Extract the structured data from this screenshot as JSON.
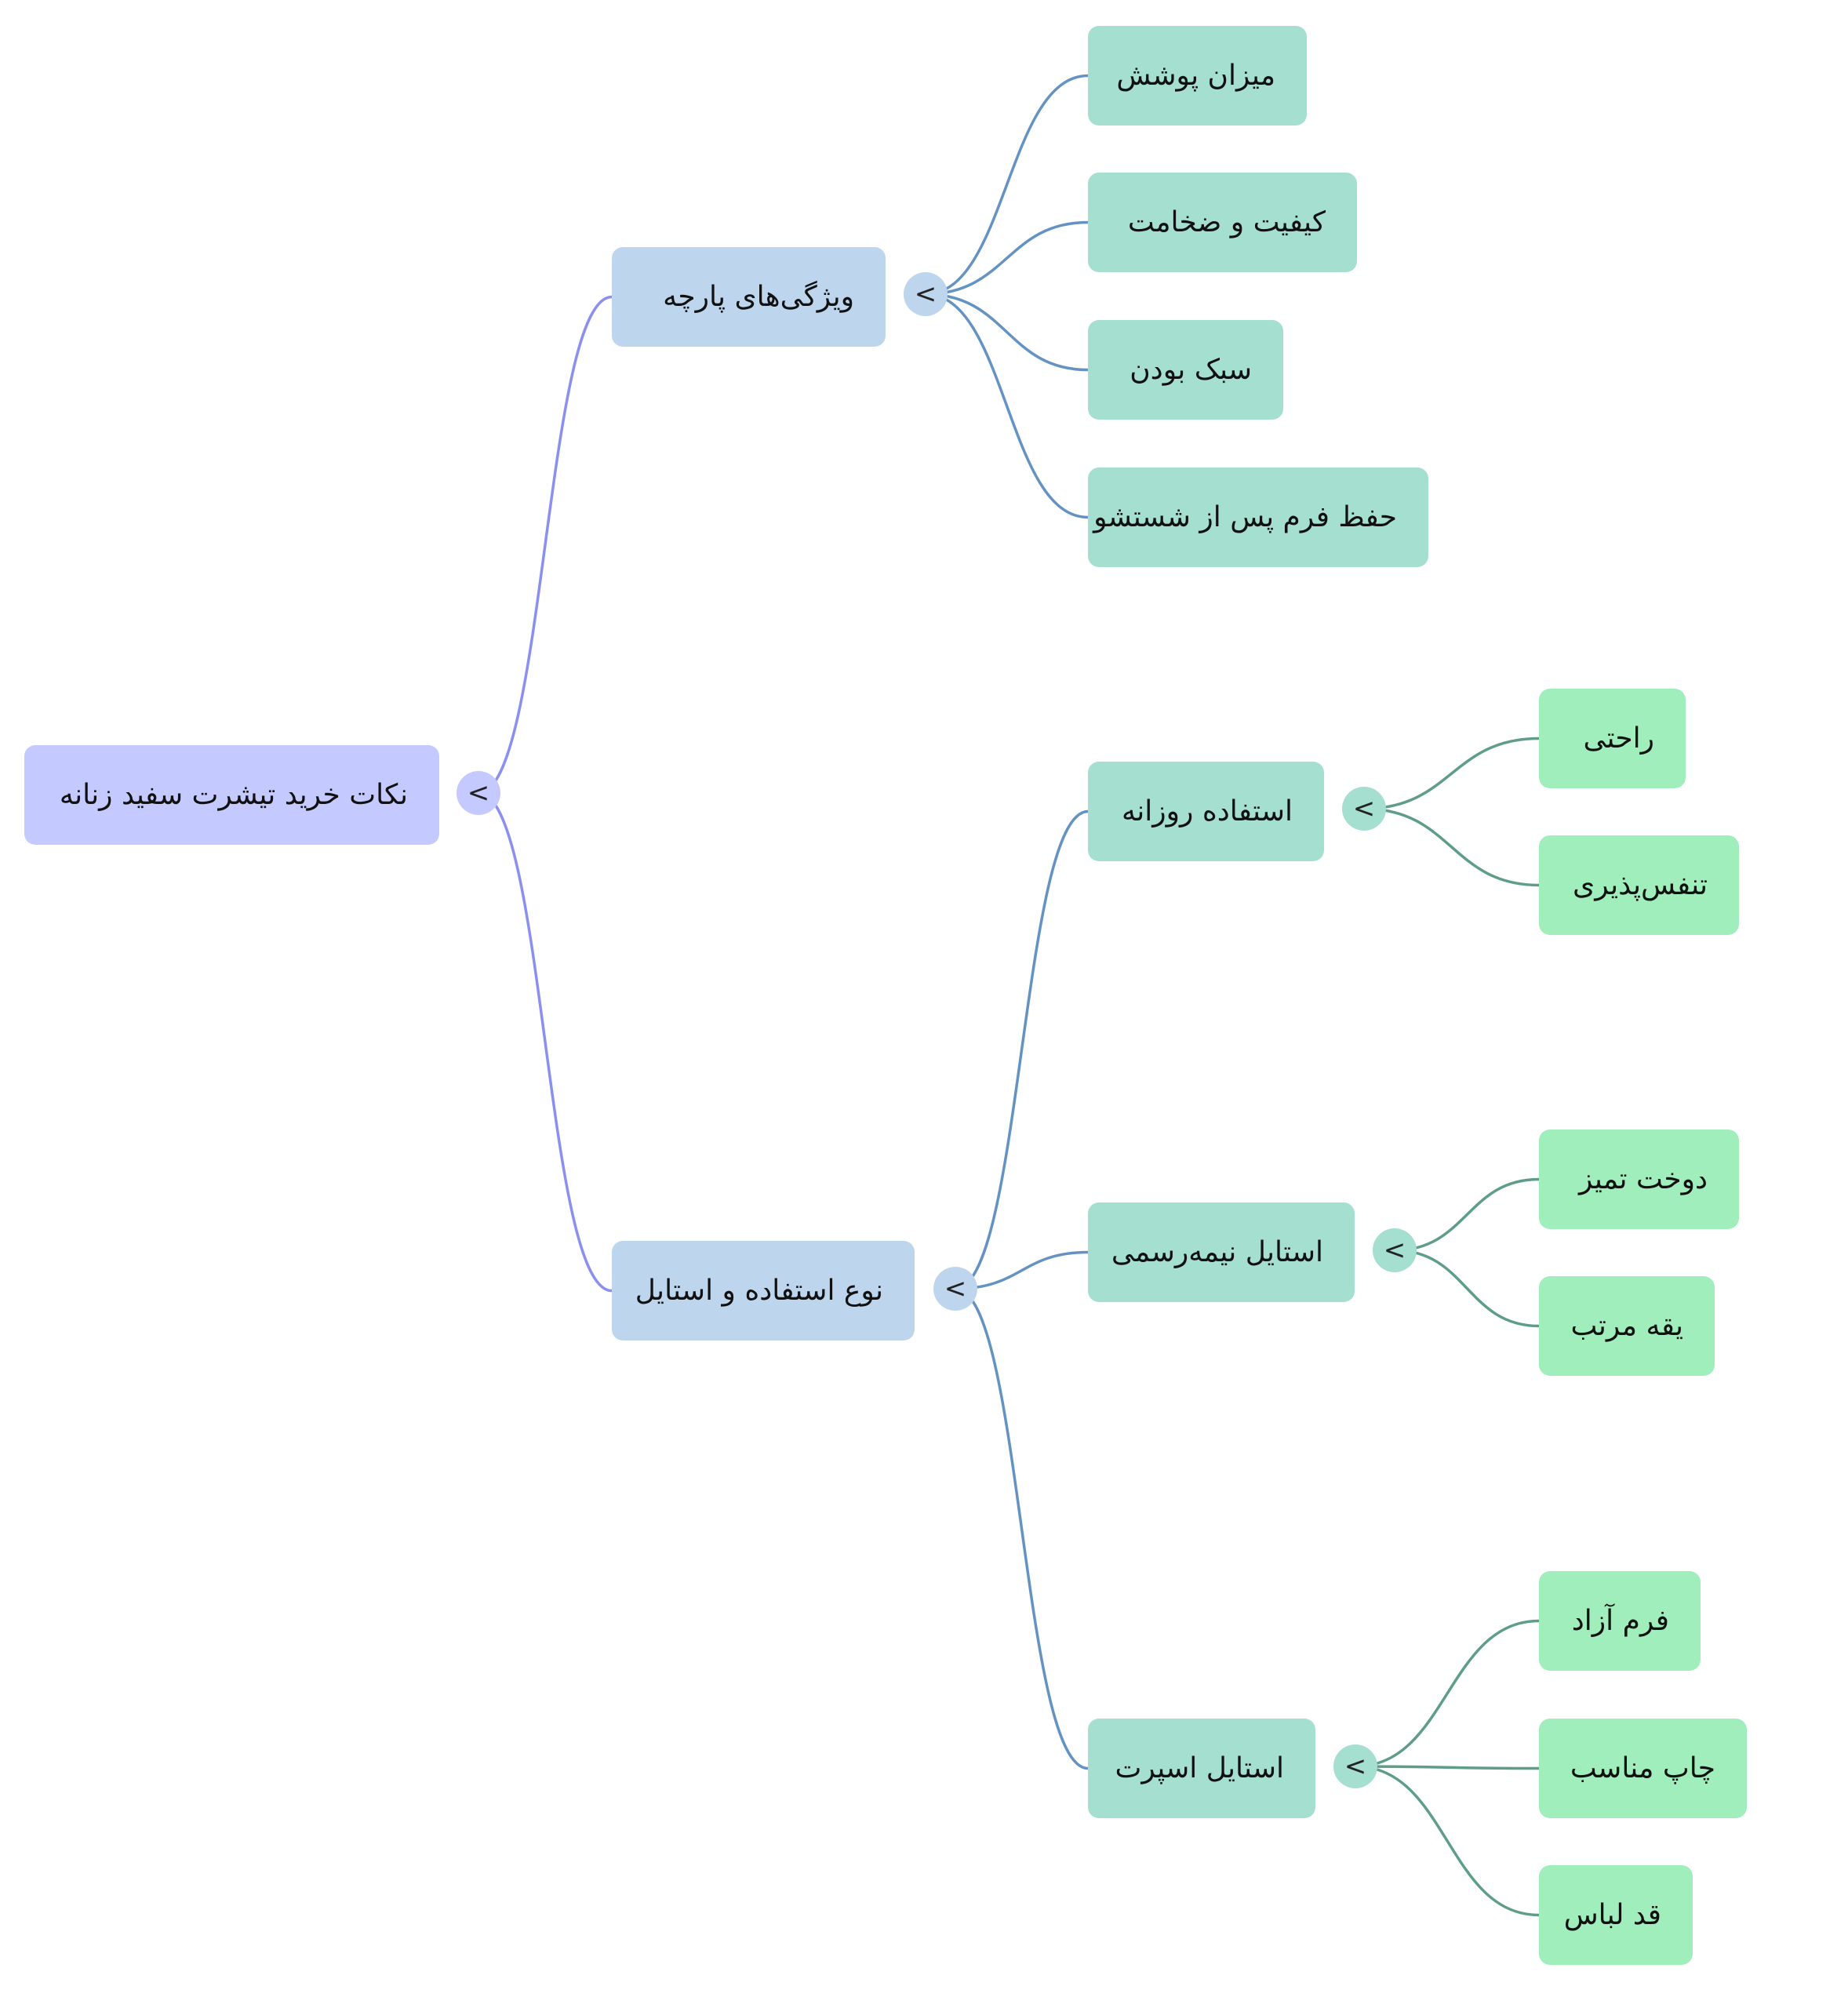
{
  "toggle_glyph": "<",
  "colors": {
    "root_fill": "#c4c9ff",
    "level1_fill": "#bdd6ee",
    "level2_fill": "#a5dfcf",
    "level3_fill": "#a0eebc",
    "edge_root": "#8b90f0",
    "edge_level1": "#6493c3",
    "edge_level2": "#5e9e88"
  },
  "root": {
    "label": "نکات خرید تیشرت سفید زنانه"
  },
  "branches": [
    {
      "label": "ویژگی‌های پارچه",
      "children": [
        {
          "label": "میزان پوشش"
        },
        {
          "label": "کیفیت و ضخامت"
        },
        {
          "label": "سبک بودن"
        },
        {
          "label": "حفظ فرم پس از شستشو"
        }
      ]
    },
    {
      "label": "نوع استفاده و استایل",
      "children": [
        {
          "label": "استفاده روزانه",
          "children": [
            {
              "label": "راحتی"
            },
            {
              "label": "تنفس‌پذیری"
            }
          ]
        },
        {
          "label": "استایل نیمه‌رسمی",
          "children": [
            {
              "label": "دوخت تمیز"
            },
            {
              "label": "یقه مرتب"
            }
          ]
        },
        {
          "label": "استایل اسپرت",
          "children": [
            {
              "label": "فرم آزاد"
            },
            {
              "label": "چاپ مناسب"
            },
            {
              "label": "قد لباس"
            }
          ]
        }
      ]
    }
  ]
}
